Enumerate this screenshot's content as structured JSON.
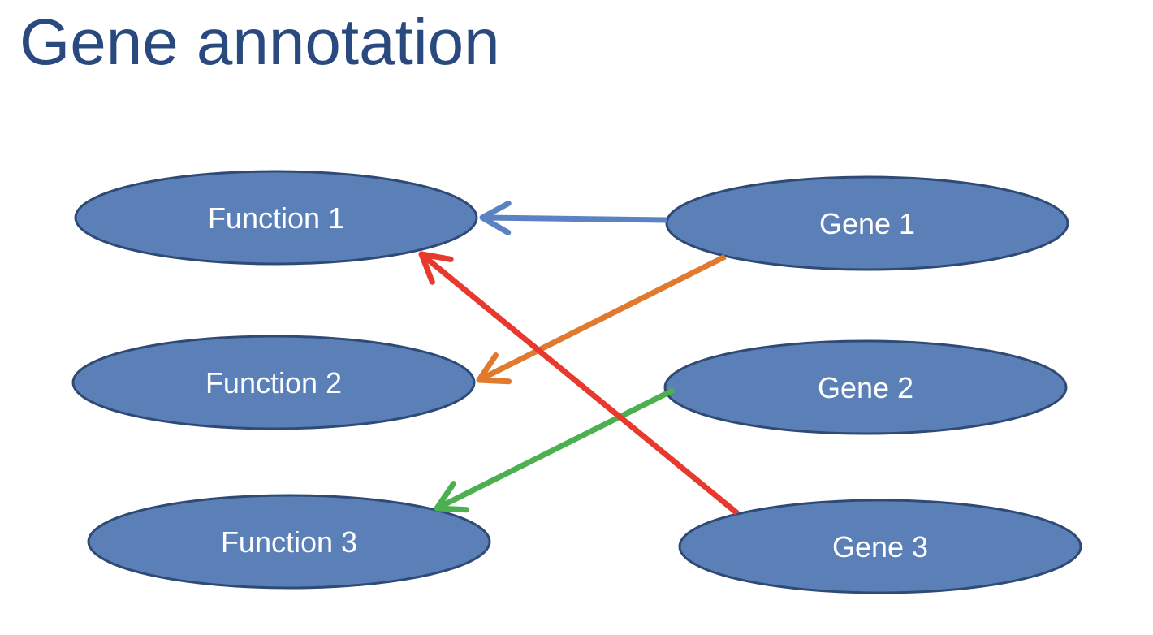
{
  "slide": {
    "title": "Gene annotation"
  },
  "colors": {
    "title": "#2a4a7f",
    "node_fill": "#5b80b8",
    "node_stroke": "#2f4a75",
    "node_text": "#ffffff",
    "background": "#ffffff"
  },
  "nodes": [
    {
      "id": "function-1",
      "label": "Function 1"
    },
    {
      "id": "function-2",
      "label": "Function 2"
    },
    {
      "id": "function-3",
      "label": "Function 3"
    },
    {
      "id": "gene-1",
      "label": "Gene 1"
    },
    {
      "id": "gene-2",
      "label": "Gene 2"
    },
    {
      "id": "gene-3",
      "label": "Gene 3"
    }
  ],
  "edges": [
    {
      "from": "gene-1",
      "to": "function-1",
      "color": "#5b83c2"
    },
    {
      "from": "gene-1",
      "to": "function-2",
      "color": "#e07a2e"
    },
    {
      "from": "gene-2",
      "to": "function-3",
      "color": "#4caf50"
    },
    {
      "from": "gene-3",
      "to": "function-1",
      "color": "#e8392e"
    }
  ]
}
